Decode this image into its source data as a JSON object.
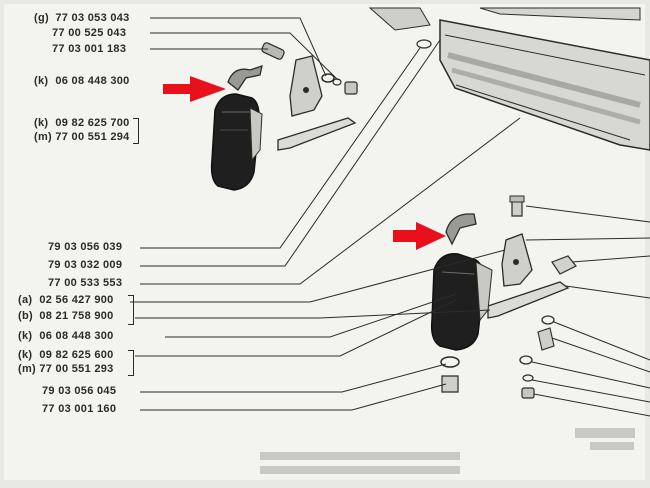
{
  "colors": {
    "paper": "#f3f3ef",
    "ink": "#2b2b2b",
    "arrow": "#e8101a"
  },
  "upper_group": [
    {
      "tag": "(g)",
      "number": "77 03 053 043"
    },
    {
      "tag": "",
      "number": "77 00 525 043"
    },
    {
      "tag": "",
      "number": "77 03 001 183"
    },
    {
      "tag": "(k)",
      "number": "06 08 448 300"
    },
    {
      "tag": "(k)",
      "number": "09 82 625 700"
    },
    {
      "tag": "(m)",
      "number": "77 00 551 294"
    }
  ],
  "lower_group": [
    {
      "tag": "",
      "number": "79 03 056 039"
    },
    {
      "tag": "",
      "number": "79 03 032 009"
    },
    {
      "tag": "",
      "number": "77 00 533 553"
    },
    {
      "tag": "(a)",
      "number": "02 56 427 900"
    },
    {
      "tag": "(b)",
      "number": "08 21 758 900"
    },
    {
      "tag": "(k)",
      "number": "06 08 448 300"
    },
    {
      "tag": "(k)",
      "number": "09 82 625 600"
    },
    {
      "tag": "(m)",
      "number": "77 00 551 293"
    },
    {
      "tag": "",
      "number": "79 03 056 045"
    },
    {
      "tag": "",
      "number": "77 03 001 160"
    }
  ],
  "arrows": [
    "red-arrow-upper",
    "red-arrow-lower"
  ]
}
